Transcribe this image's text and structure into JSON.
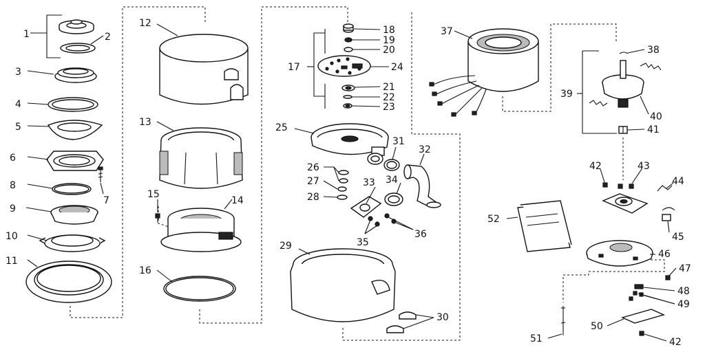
{
  "callouts": {
    "c1": "1",
    "c2": "2",
    "c3": "3",
    "c4": "4",
    "c5": "5",
    "c6": "6",
    "c7": "7",
    "c8": "8",
    "c9": "9",
    "c10": "10",
    "c11": "11",
    "c12": "12",
    "c13": "13",
    "c14": "14",
    "c15": "15",
    "c16": "16",
    "c17": "17",
    "c18": "18",
    "c19": "19",
    "c20": "20",
    "c21": "21",
    "c22": "22",
    "c23": "23",
    "c24": "24",
    "c25": "25",
    "c26": "26",
    "c27": "27",
    "c28": "28",
    "c29": "29",
    "c30": "30",
    "c31": "31",
    "c32": "32",
    "c33": "33",
    "c34": "34",
    "c35": "35",
    "c36": "36",
    "c37": "37",
    "c38": "38",
    "c39": "39",
    "c40": "40",
    "c41": "41",
    "c42a": "42",
    "c43": "43",
    "c44": "44",
    "c45": "45",
    "c46": "46",
    "c47": "47",
    "c48": "48",
    "c49": "49",
    "c50": "50",
    "c51": "51",
    "c52": "52",
    "c42b": "42"
  }
}
